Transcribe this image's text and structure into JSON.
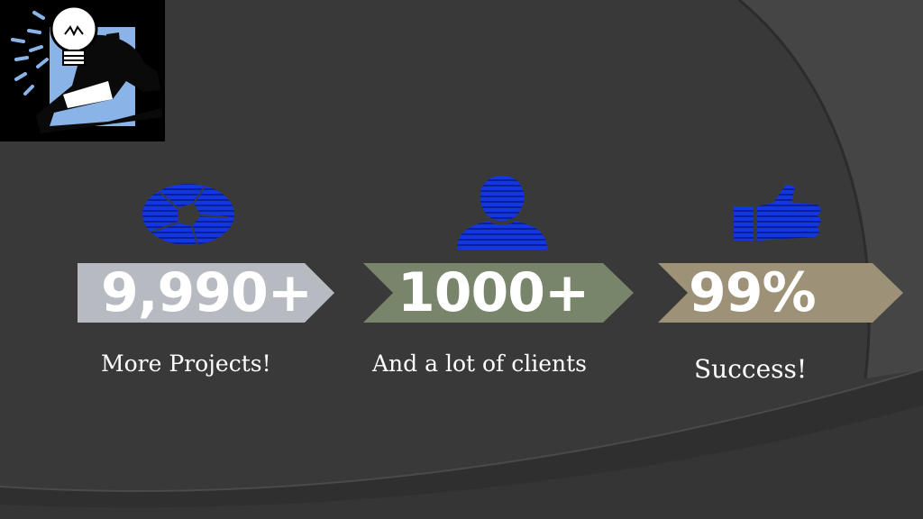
{
  "colors": {
    "background": "#3a3a3a",
    "arrow_1": "#b7bbc1",
    "arrow_2": "#78856a",
    "arrow_3": "#9d9177",
    "icon_blue": "#1030d8",
    "text": "#ffffff"
  },
  "logo": {
    "icon": "lightbulb-idea-icon"
  },
  "stats": [
    {
      "icon": "camera-aperture-icon",
      "value": "9,990+",
      "label": "More Projects!"
    },
    {
      "icon": "user-icon",
      "value": "1000+",
      "label": "And a lot of clients"
    },
    {
      "icon": "thumbs-up-icon",
      "value": "99%",
      "label": "Success!"
    }
  ]
}
